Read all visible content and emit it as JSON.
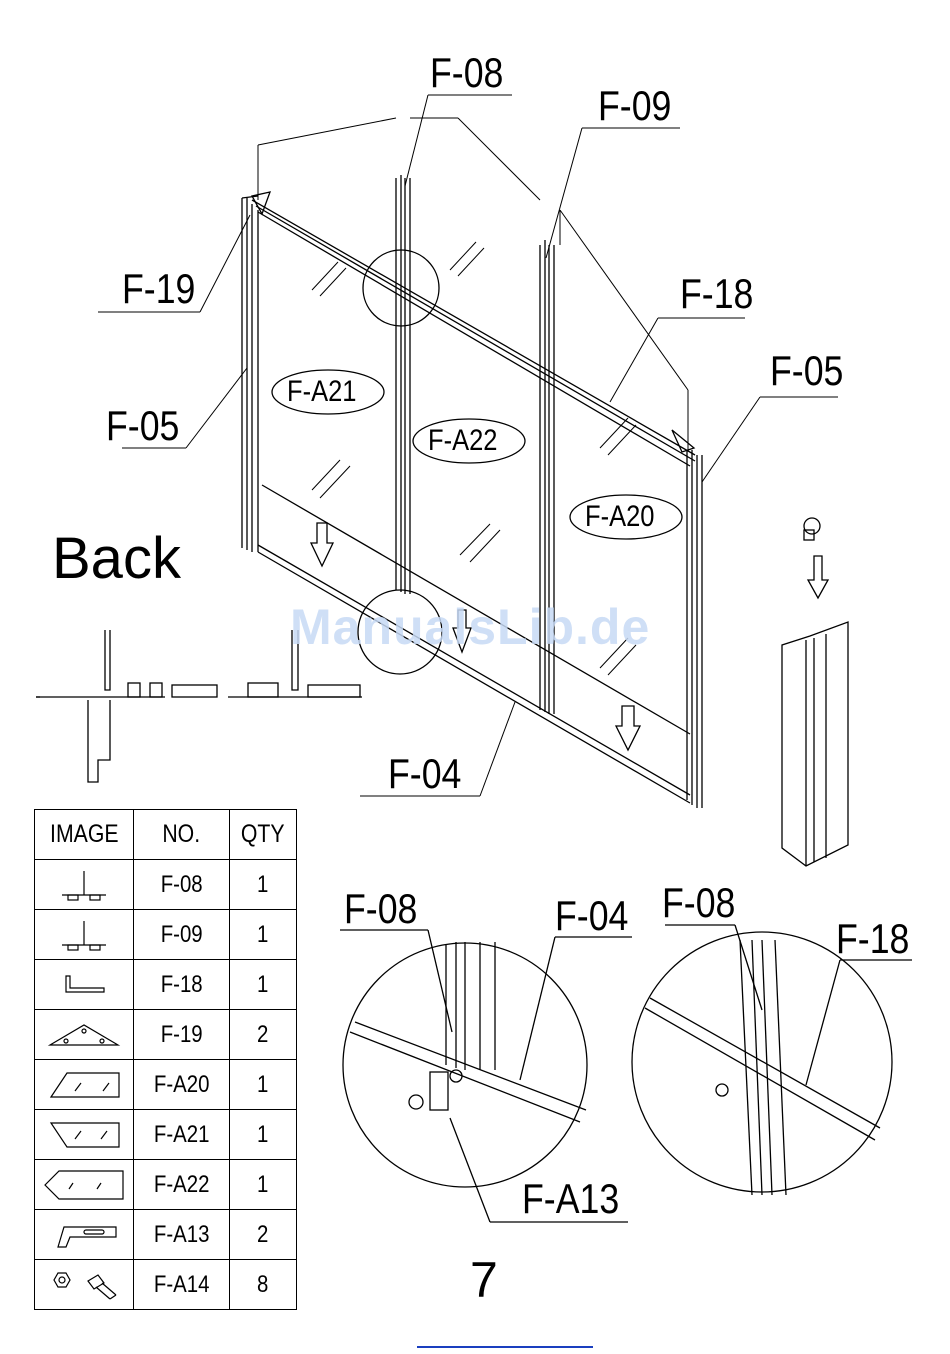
{
  "callouts": {
    "main": [
      "F-08",
      "F-09",
      "F-19",
      "F-18",
      "F-05",
      "F-05",
      "F-04"
    ],
    "detail_left": [
      "F-08",
      "F-04",
      "F-A13"
    ],
    "detail_right": [
      "F-08",
      "F-18"
    ]
  },
  "panels": [
    "F-A21",
    "F-A22",
    "F-A20"
  ],
  "orientation_label": "Back",
  "watermark": "ManualsLib.de",
  "table": {
    "headers": [
      "IMAGE",
      "NO.",
      "QTY"
    ],
    "rows": [
      {
        "icon": "t-profile-icon",
        "no": "F-08",
        "qty": "1"
      },
      {
        "icon": "t-profile-icon",
        "no": "F-09",
        "qty": "1"
      },
      {
        "icon": "l-bar-icon",
        "no": "F-18",
        "qty": "1"
      },
      {
        "icon": "corner-bracket-icon",
        "no": "F-19",
        "qty": "2"
      },
      {
        "icon": "glass-panel-icon",
        "no": "F-A20",
        "qty": "1"
      },
      {
        "icon": "glass-panel-icon",
        "no": "F-A21",
        "qty": "1"
      },
      {
        "icon": "glass-panel-icon",
        "no": "F-A22",
        "qty": "1"
      },
      {
        "icon": "clip-icon",
        "no": "F-A13",
        "qty": "2"
      },
      {
        "icon": "nut-bolt-icon",
        "no": "F-A14",
        "qty": "8"
      }
    ]
  },
  "page_number": "7"
}
